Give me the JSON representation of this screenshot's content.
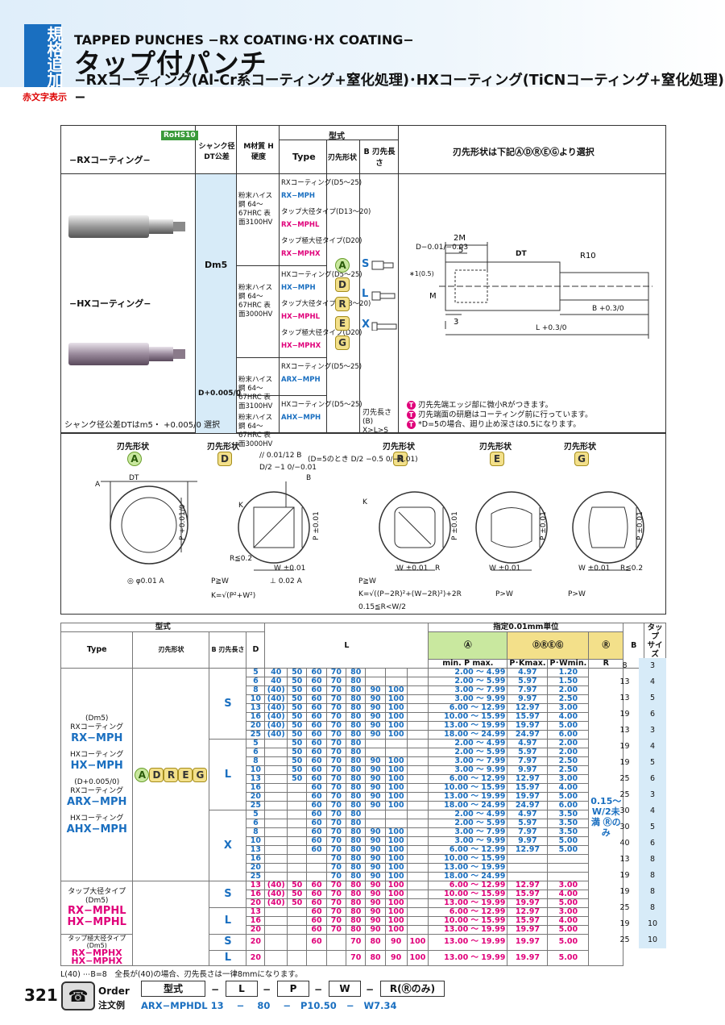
{
  "header": {
    "tag": "規格追加",
    "tag_note": "赤文字表示",
    "en_title": "TAPPED PUNCHES −RX COATING･HX COATING−",
    "jp_title": "タップ付パンチ",
    "jp_subtitle": "−RXコーティング(Al-Cr系コーティング+窒化処理)･HXコーティング(TiCNコーティング+窒化処理)−"
  },
  "top_table": {
    "rohs": "RoHS10",
    "rx_label": "−RXコーティング−",
    "hx_label": "−HXコーティング−",
    "shank_note": "シャンク径公差DTはm5・ +0.005/0 選択",
    "col_shank": "シャンク径 DT公差",
    "col_material": "M材質 H硬度",
    "col_model": "型式",
    "col_type": "Type",
    "col_tip_shape": "刃先形状",
    "col_tip_len": "B 刃先長さ",
    "col_select": "刃先形状は下記ⒶⒹⓇⒺⒼより選択",
    "dm5": "Dm5",
    "dplus": "D+0.005/0",
    "rows": [
      {
        "mat": "粉末ハイス鋼 64〜67HRC 表面3100HV",
        "types": [
          "RXコーティング(D5〜25)",
          "RX−MPH",
          "タップ大径タイプ(D13〜20)",
          "RX−MPHL",
          "タップ極大径タイプ(D20)",
          "RX−MPHX"
        ]
      },
      {
        "mat": "粉末ハイス鋼 64〜67HRC 表面3000HV",
        "types": [
          "HXコーティング(D5〜25)",
          "HX−MPH",
          "タップ大径タイプ(D13〜20)",
          "HX−MPHL",
          "タップ極大径タイプ(D20)",
          "HX−MPHX"
        ]
      },
      {
        "mat": "粉末ハイス鋼 64〜67HRC 表面3100HV",
        "types": [
          "RXコーティング(D5〜25)",
          "ARX−MPH"
        ]
      },
      {
        "mat": "粉末ハイス鋼 64〜67HRC 表面3000HV",
        "types": [
          "HXコーティング(D5〜25)",
          "AHX−MPH"
        ]
      }
    ],
    "shapes": [
      "A",
      "D",
      "R",
      "E",
      "G"
    ],
    "lens": [
      "S",
      "L",
      "X"
    ],
    "len_note": "刃先長さ(B) X>L>S",
    "notes": [
      "刃先先端エッジ部に微小Rがつきます。",
      "刃先端面の研磨はコーティング前に行っています。",
      "*D=5の場合、廻り止め深さは0.5になります。"
    ],
    "dims": {
      "d1": "D−0.01/−0.03",
      "m2": "2M",
      "five": "5",
      "m": "M",
      "three": "3",
      "dt": "DT",
      "r10": "R10",
      "b": "B +0.3/0",
      "l": "L +0.3/0",
      "r05": "∗1(0.5)"
    }
  },
  "shape_panel": {
    "label": "刃先形状",
    "A": {
      "sym": "A",
      "dt": "DT",
      "p": "P +0.01/0",
      "tol": "◎ φ0.01 A",
      "a": "A"
    },
    "D": {
      "sym": "D",
      "tol": "// 0.01/12 B",
      "eq": "D/2 −1 0/−0.01",
      "eq2": "(D=5のとき D/2 −0.5 0/−0.01)",
      "k": "K",
      "p": "P ±0.01",
      "r": "R≦0.2",
      "w": "W ±0.01",
      "tol2": "⊥ 0.02 A",
      "c1": "P≧W",
      "c2": "K=√(P²+W²)",
      "b": "B"
    },
    "R": {
      "sym": "R",
      "k": "K",
      "p": "P ±0.01",
      "w": "W ±0.01",
      "r": "R",
      "c1": "P≧W",
      "c2": "K=√((P−2R)²+(W−2R)²)+2R",
      "c3": "0.15≦R<W/2"
    },
    "E": {
      "sym": "E",
      "p": "P ±0.01",
      "w": "W ±0.01",
      "c1": "P>W"
    },
    "G": {
      "sym": "G",
      "p": "P ±0.01",
      "w": "W ±0.01",
      "r": "R≦0.2",
      "c1": "P>W"
    }
  },
  "main_table": {
    "h_model": "型式",
    "h_type": "Type",
    "h_shape": "刃先形状",
    "h_len": "B 刃先長さ",
    "h_d": "D",
    "h_l": "L",
    "h_unit": "指定0.01mm単位",
    "h_a": "Ⓐ",
    "h_dreg": "ⒹⓇⒺⒼ",
    "h_r": "Ⓡ",
    "h_minp": "min. P max.",
    "h_pk": "P･Kmax.",
    "h_pw": "P･Wmin.",
    "h_rr": "R",
    "h_b": "B",
    "h_m": "タップ サイズ M",
    "type_labels": [
      "(Dm5)",
      "RXコーティング",
      "RX−MPH",
      "HXコーティング",
      "HX−MPH",
      "(D+0.005/0)",
      "RXコーティング",
      "ARX−MPH",
      "HXコーティング",
      "AHX−MPH",
      "タップ大径タイプ",
      "(Dm5)",
      "RX−MPHL",
      "HX−MPHL",
      "タップ極大径タイプ",
      "(Dm5)",
      "RX−MPHX",
      "HX−MPHX"
    ],
    "r_note": "0.15〜W/2未満 Ⓡのみ",
    "dash": "−",
    "rows": [
      {
        "g": "S",
        "d": "5",
        "l": [
          "40",
          "50",
          "60",
          "70",
          "80",
          "",
          "",
          ""
        ],
        "p": "2.00 〜 4.99",
        "pk": "4.97",
        "pw": "1.20"
      },
      {
        "g": "S",
        "d": "6",
        "l": [
          "40",
          "50",
          "60",
          "70",
          "80",
          "",
          "",
          ""
        ],
        "p": "2.00 〜 5.99",
        "pk": "5.97",
        "pw": "1.50"
      },
      {
        "g": "S",
        "d": "8",
        "l": [
          "(40)",
          "50",
          "60",
          "70",
          "80",
          "90",
          "100",
          ""
        ],
        "p": "3.00 〜 7.99",
        "pk": "7.97",
        "pw": "2.00"
      },
      {
        "g": "S",
        "d": "10",
        "l": [
          "(40)",
          "50",
          "60",
          "70",
          "80",
          "90",
          "100",
          ""
        ],
        "p": "3.00 〜 9.99",
        "pk": "9.97",
        "pw": "2.50"
      },
      {
        "g": "S",
        "d": "13",
        "l": [
          "(40)",
          "50",
          "60",
          "70",
          "80",
          "90",
          "100",
          ""
        ],
        "p": "6.00 〜 12.99",
        "pk": "12.97",
        "pw": "3.00"
      },
      {
        "g": "S",
        "d": "16",
        "l": [
          "(40)",
          "50",
          "60",
          "70",
          "80",
          "90",
          "100",
          ""
        ],
        "p": "10.00 〜 15.99",
        "pk": "15.97",
        "pw": "4.00"
      },
      {
        "g": "S",
        "d": "20",
        "l": [
          "(40)",
          "50",
          "60",
          "70",
          "80",
          "90",
          "100",
          ""
        ],
        "p": "13.00 〜 19.99",
        "pk": "19.97",
        "pw": "5.00"
      },
      {
        "g": "S",
        "d": "25",
        "l": [
          "(40)",
          "50",
          "60",
          "70",
          "80",
          "90",
          "100",
          ""
        ],
        "p": "18.00 〜 24.99",
        "pk": "24.97",
        "pw": "6.00"
      },
      {
        "g": "L",
        "d": "5",
        "l": [
          "",
          "50",
          "60",
          "70",
          "80",
          "",
          "",
          ""
        ],
        "p": "2.00 〜 4.99",
        "pk": "4.97",
        "pw": "2.00"
      },
      {
        "g": "L",
        "d": "6",
        "l": [
          "",
          "50",
          "60",
          "70",
          "80",
          "",
          "",
          ""
        ],
        "p": "2.00 〜 5.99",
        "pk": "5.97",
        "pw": "2.00"
      },
      {
        "g": "L",
        "d": "8",
        "l": [
          "",
          "50",
          "60",
          "70",
          "80",
          "90",
          "100",
          ""
        ],
        "p": "3.00 〜 7.99",
        "pk": "7.97",
        "pw": "2.50"
      },
      {
        "g": "L",
        "d": "10",
        "l": [
          "",
          "50",
          "60",
          "70",
          "80",
          "90",
          "100",
          ""
        ],
        "p": "3.00 〜 9.99",
        "pk": "9.97",
        "pw": "2.50"
      },
      {
        "g": "L",
        "d": "13",
        "l": [
          "",
          "50",
          "60",
          "70",
          "80",
          "90",
          "100",
          ""
        ],
        "p": "6.00 〜 12.99",
        "pk": "12.97",
        "pw": "3.00"
      },
      {
        "g": "L",
        "d": "16",
        "l": [
          "",
          "",
          "60",
          "70",
          "80",
          "90",
          "100",
          ""
        ],
        "p": "10.00 〜 15.99",
        "pk": "15.97",
        "pw": "4.00"
      },
      {
        "g": "L",
        "d": "20",
        "l": [
          "",
          "",
          "60",
          "70",
          "80",
          "90",
          "100",
          ""
        ],
        "p": "13.00 〜 19.99",
        "pk": "19.97",
        "pw": "5.00"
      },
      {
        "g": "L",
        "d": "25",
        "l": [
          "",
          "",
          "60",
          "70",
          "80",
          "90",
          "100",
          ""
        ],
        "p": "18.00 〜 24.99",
        "pk": "24.97",
        "pw": "6.00"
      },
      {
        "g": "X",
        "d": "5",
        "l": [
          "",
          "",
          "60",
          "70",
          "80",
          "",
          "",
          ""
        ],
        "p": "2.00 〜 4.99",
        "pk": "4.97",
        "pw": "3.50"
      },
      {
        "g": "X",
        "d": "6",
        "l": [
          "",
          "",
          "60",
          "70",
          "80",
          "",
          "",
          ""
        ],
        "p": "2.00 〜 5.99",
        "pk": "5.97",
        "pw": "3.50"
      },
      {
        "g": "X",
        "d": "8",
        "l": [
          "",
          "",
          "60",
          "70",
          "80",
          "90",
          "100",
          ""
        ],
        "p": "3.00 〜 7.99",
        "pk": "7.97",
        "pw": "3.50"
      },
      {
        "g": "X",
        "d": "10",
        "l": [
          "",
          "",
          "60",
          "70",
          "80",
          "90",
          "100",
          ""
        ],
        "p": "3.00 〜 9.99",
        "pk": "9.97",
        "pw": "5.00"
      },
      {
        "g": "X",
        "d": "13",
        "l": [
          "",
          "",
          "60",
          "70",
          "80",
          "90",
          "100",
          ""
        ],
        "p": "6.00 〜 12.99",
        "pk": "12.97",
        "pw": "5.00"
      },
      {
        "g": "X",
        "d": "16",
        "l": [
          "",
          "",
          "",
          "70",
          "80",
          "90",
          "100",
          ""
        ],
        "p": "10.00 〜 15.99",
        "pk": "",
        "pw": ""
      },
      {
        "g": "X",
        "d": "20",
        "l": [
          "",
          "",
          "",
          "70",
          "80",
          "90",
          "100",
          ""
        ],
        "p": "13.00 〜 19.99",
        "pk": "",
        "pw": ""
      },
      {
        "g": "X",
        "d": "25",
        "l": [
          "",
          "",
          "",
          "70",
          "80",
          "90",
          "100",
          ""
        ],
        "p": "18.00 〜 24.99",
        "pk": "",
        "pw": ""
      },
      {
        "g": "LS",
        "d": "13",
        "l": [
          "(40)",
          "50",
          "60",
          "70",
          "80",
          "90",
          "100",
          ""
        ],
        "p": "6.00 〜 12.99",
        "pk": "12.97",
        "pw": "3.00"
      },
      {
        "g": "LS",
        "d": "16",
        "l": [
          "(40)",
          "50",
          "60",
          "70",
          "80",
          "90",
          "100",
          ""
        ],
        "p": "10.00 〜 15.99",
        "pk": "15.97",
        "pw": "4.00"
      },
      {
        "g": "LS",
        "d": "20",
        "l": [
          "(40)",
          "50",
          "60",
          "70",
          "80",
          "90",
          "100",
          ""
        ],
        "p": "13.00 〜 19.99",
        "pk": "19.97",
        "pw": "5.00"
      },
      {
        "g": "LL",
        "d": "13",
        "l": [
          "",
          "",
          "60",
          "70",
          "80",
          "90",
          "100",
          ""
        ],
        "p": "6.00 〜 12.99",
        "pk": "12.97",
        "pw": "3.00"
      },
      {
        "g": "LL",
        "d": "16",
        "l": [
          "",
          "",
          "60",
          "70",
          "80",
          "90",
          "100",
          ""
        ],
        "p": "10.00 〜 15.99",
        "pk": "15.97",
        "pw": "4.00"
      },
      {
        "g": "LL",
        "d": "20",
        "l": [
          "",
          "",
          "60",
          "70",
          "80",
          "90",
          "100",
          ""
        ],
        "p": "13.00 〜 19.99",
        "pk": "19.97",
        "pw": "5.00"
      }
    ],
    "xs": {
      "d": "20",
      "l": [
        "",
        "",
        "60",
        "",
        "70",
        "80",
        "90",
        "100"
      ],
      "p": "13.00 〜 19.99",
      "pk": "19.97",
      "pw": "5.00"
    },
    "xl": {
      "d": "20",
      "l": [
        "",
        "",
        "",
        "",
        "70",
        "80",
        "90",
        "100"
      ],
      "p": "13.00 〜 19.99",
      "pk": "19.97",
      "pw": "5.00"
    },
    "b_vals": [
      [
        "8",
        "3"
      ],
      [
        "13",
        "4"
      ],
      [
        "13",
        "5"
      ],
      [
        "19",
        "6"
      ],
      [
        "13",
        "3"
      ],
      [
        "19",
        "4"
      ],
      [
        "19",
        "5"
      ],
      [
        "25",
        "6"
      ],
      [
        "25",
        "3"
      ],
      [
        "30",
        "4"
      ],
      [
        "30",
        "5"
      ],
      [
        "40",
        "6"
      ],
      [
        "13",
        "8"
      ],
      [
        "19",
        "8"
      ],
      [
        "19",
        "8"
      ],
      [
        "25",
        "8"
      ],
      [
        "19",
        "10"
      ],
      [
        "25",
        "10"
      ]
    ],
    "footnote": "L(40) ⋯B=8　全長が(40)の場合、刃先長さは一律8mmになります。"
  },
  "order": {
    "page": "321",
    "label1": "Order",
    "label2": "注文例",
    "boxes": [
      "型式",
      "L",
      "P",
      "W",
      "R(Ⓡのみ)"
    ],
    "dash": "−",
    "example": [
      "ARX−MPHDL 13",
      "80",
      "P10.50",
      "W7.34"
    ]
  }
}
